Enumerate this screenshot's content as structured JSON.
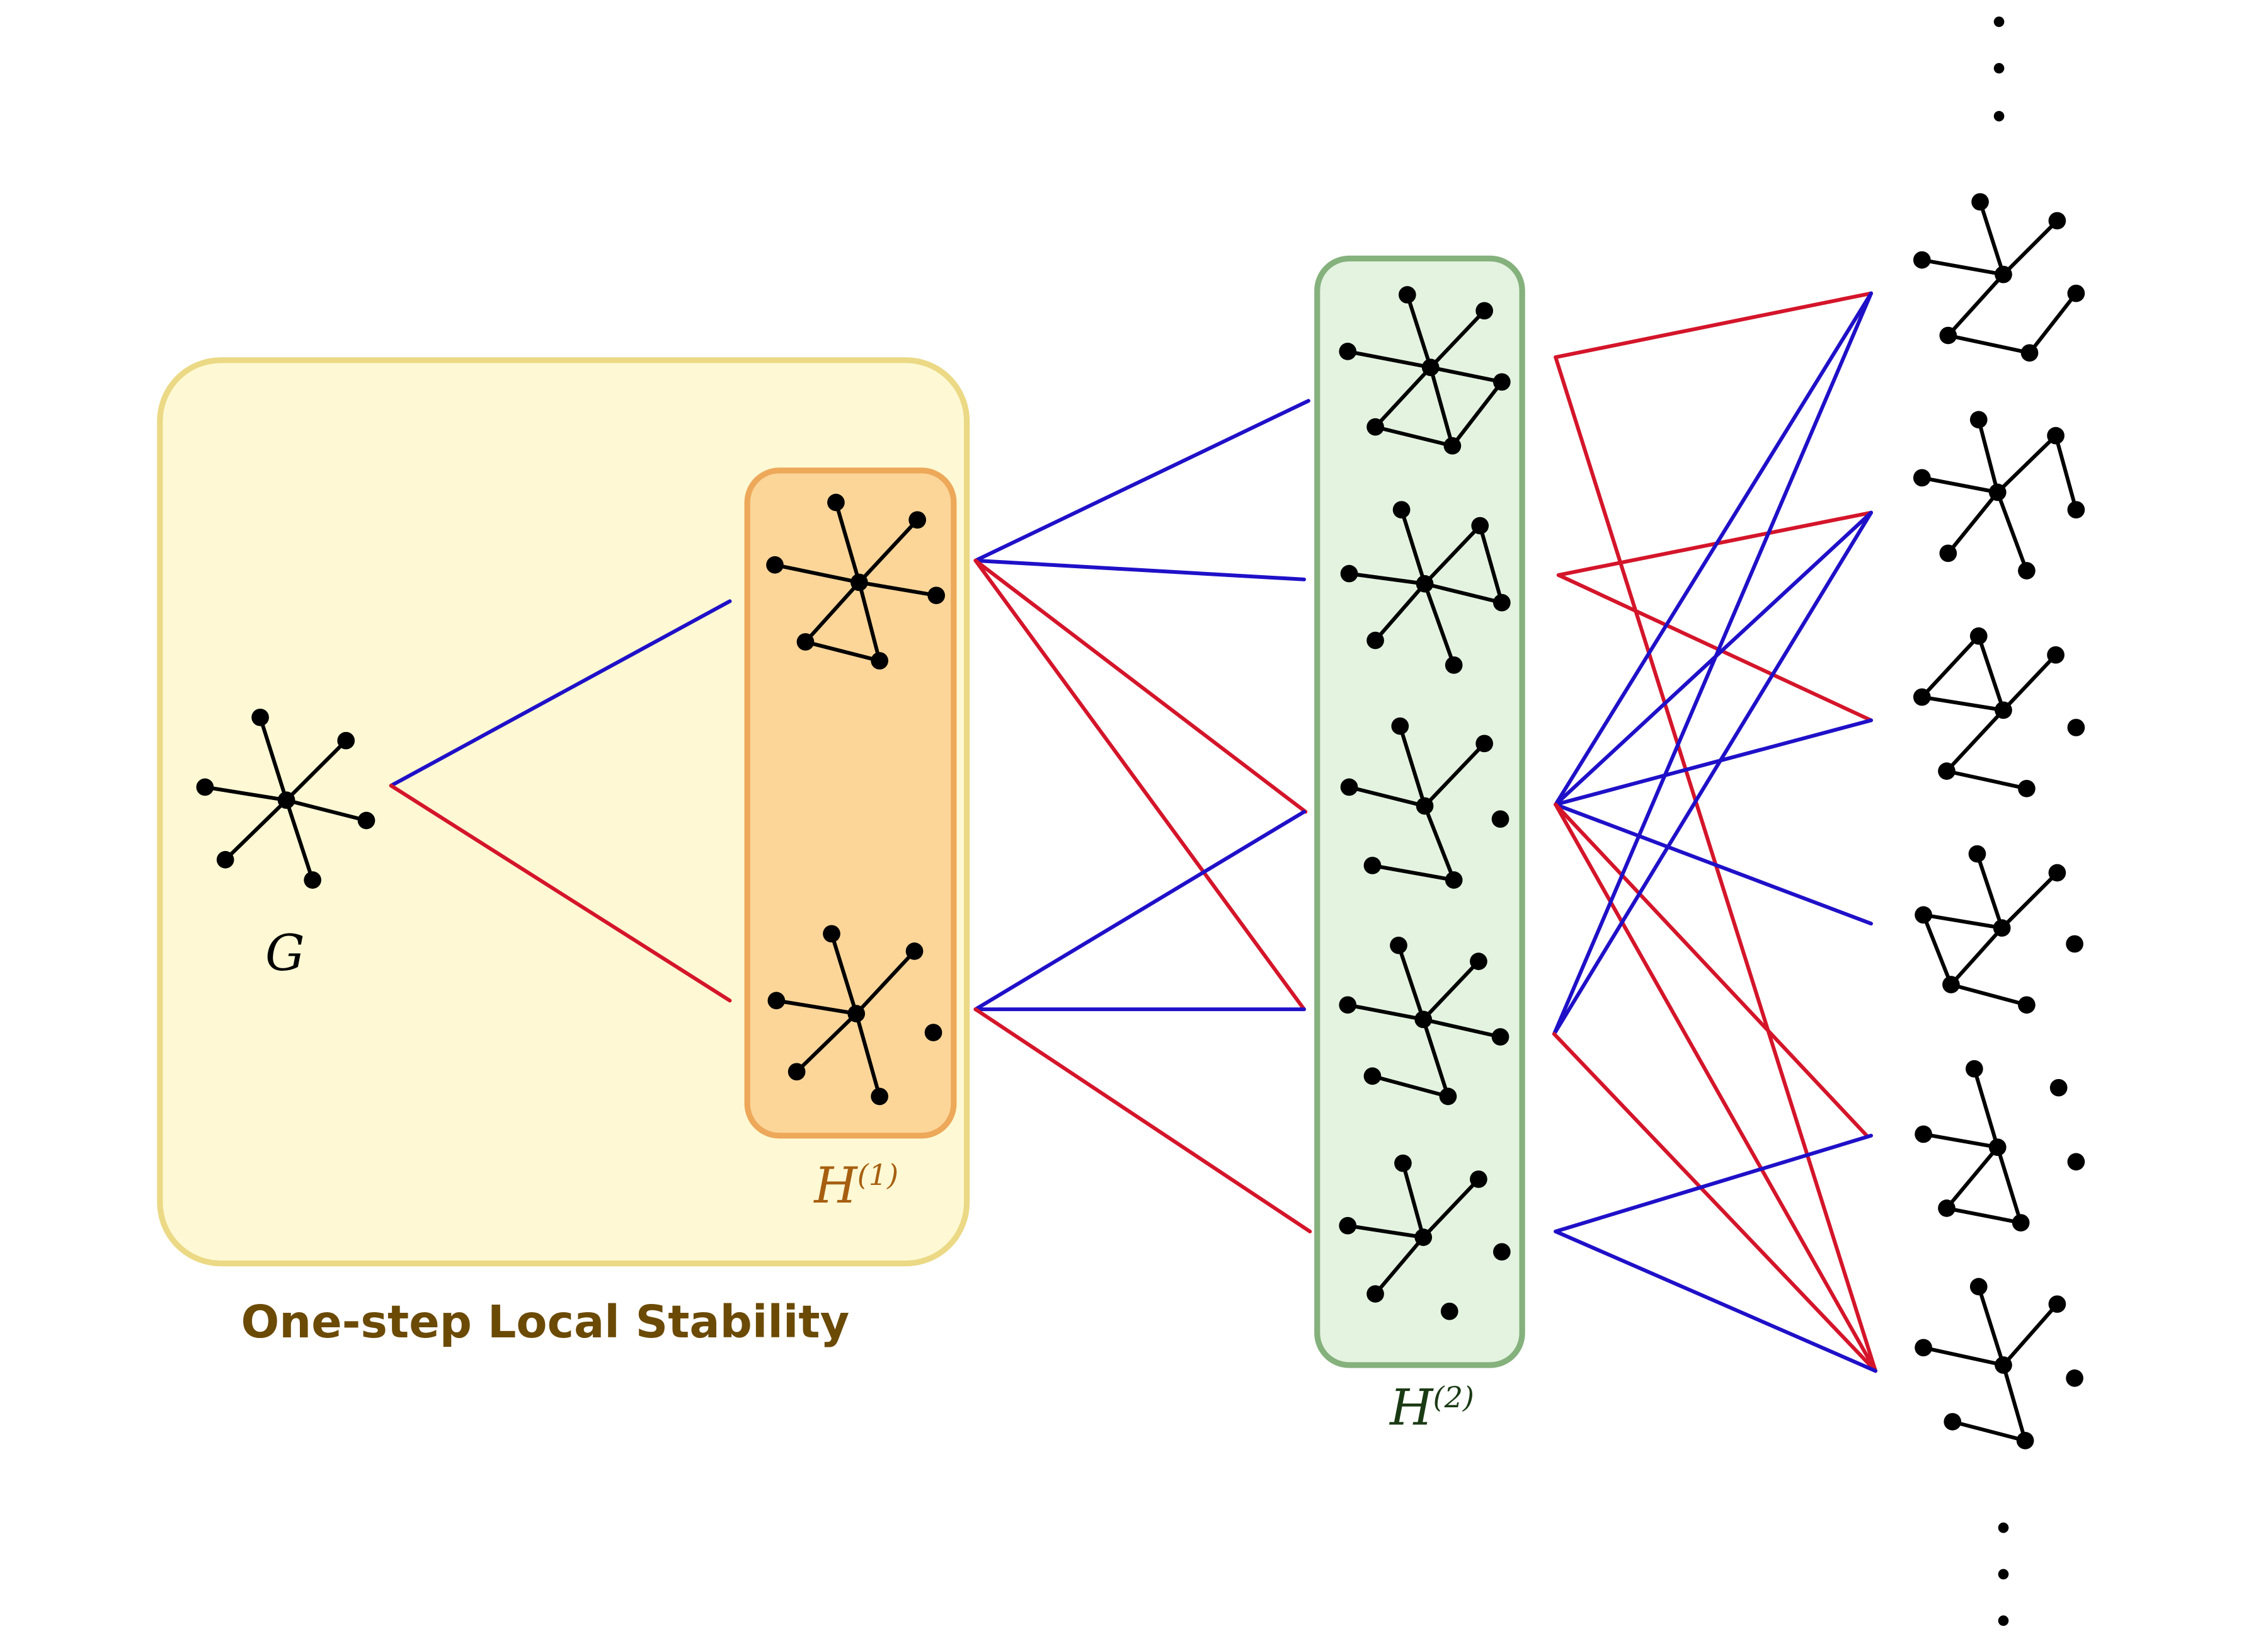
{
  "labels": {
    "g": "G",
    "h1_base": "H",
    "h1_sup": "(1)",
    "h2_base": "H",
    "h2_sup": "(2)",
    "section_title": "One-step Local Stability"
  },
  "colors": {
    "region_fill": "#fef9d4",
    "region_stroke": "#ecd985",
    "h1_fill": "#fcd699",
    "h1_stroke": "#eda85a",
    "h1_label": "#a65f10",
    "h2_fill": "#e3f3e0",
    "h2_stroke": "#85b17c",
    "h2_label": "#1a3a14",
    "title": "#6b4a05",
    "edge_blue": "#1f10c8",
    "edge_red": "#d4152a",
    "graph": "#000000"
  },
  "ellipsis": "⋮"
}
